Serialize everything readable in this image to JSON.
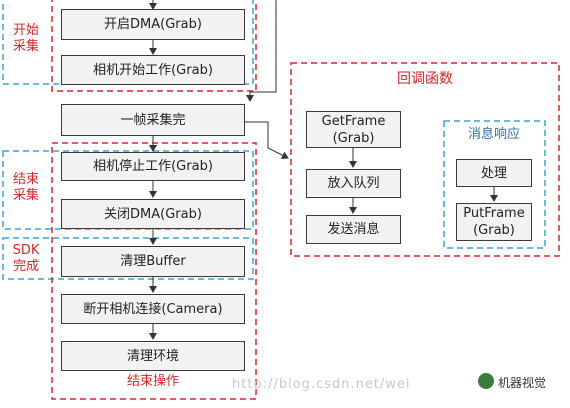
{
  "left_steps": {
    "enable_dma": "开启DMA(Grab)",
    "camera_start": "相机开始工作(Grab)",
    "frame_done": "一帧采集完",
    "camera_stop": "相机停止工作(Grab)",
    "disable_dma": "关闭DMA(Grab)",
    "clear_buffer": "清理Buffer",
    "disconnect": "断开相机连接(Camera)",
    "clean_env": "清理环境"
  },
  "group_labels": {
    "start_capture": "开始\n采集",
    "end_capture": "结束\n采集",
    "sdk_done": "SDK\n完成",
    "end_ops": "结束操作",
    "callback": "回调函数",
    "message_response": "消息响应"
  },
  "callback_steps": {
    "get_frame": "GetFrame\n(Grab)",
    "enqueue": "放入队列",
    "send_message": "发送消息"
  },
  "message_steps": {
    "handle": "处理",
    "put_frame": "PutFrame\n(Grab)"
  },
  "watermark": "http://blog.csdn.net/wei",
  "logo_text": "机器视觉",
  "colors": {
    "red_dash": "#d9262b",
    "blue_dash": "#3aa3d8",
    "box_fill": "#f2f2f2",
    "box_border": "#3a3a3a"
  }
}
